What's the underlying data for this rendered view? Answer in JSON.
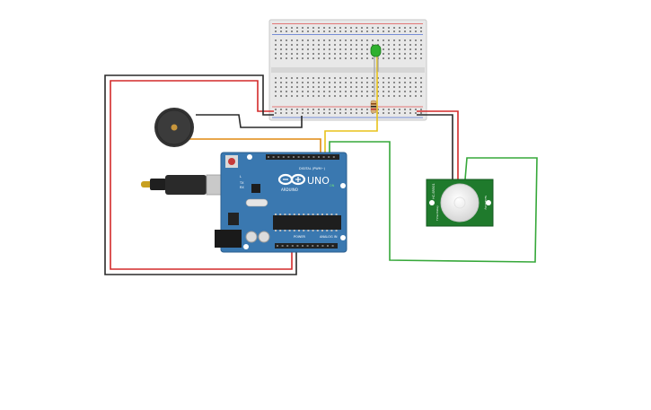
{
  "board": {
    "logo": "ARDUINO",
    "model": "UNO",
    "digital_label": "DIGITAL (PWM~)",
    "power_label": "POWER",
    "analog_label": "ANALOG IN",
    "on_label": "ON",
    "tx_label": "TX",
    "rx_label": "RX",
    "l_label": "L"
  },
  "pir": {
    "model_label": "HC-SR501",
    "left_label": "Time Delay",
    "right_label": "Sensitivity"
  },
  "colors": {
    "wire_red": "#d42a2a",
    "wire_black": "#2a2a2a",
    "wire_orange": "#e08a10",
    "wire_yellow": "#e8c21a",
    "wire_green": "#36a83a",
    "board_blue": "#3a78b0",
    "pir_green": "#1f7a2c",
    "led_green": "#2fb02f",
    "breadboard": "#e6e6e6"
  }
}
